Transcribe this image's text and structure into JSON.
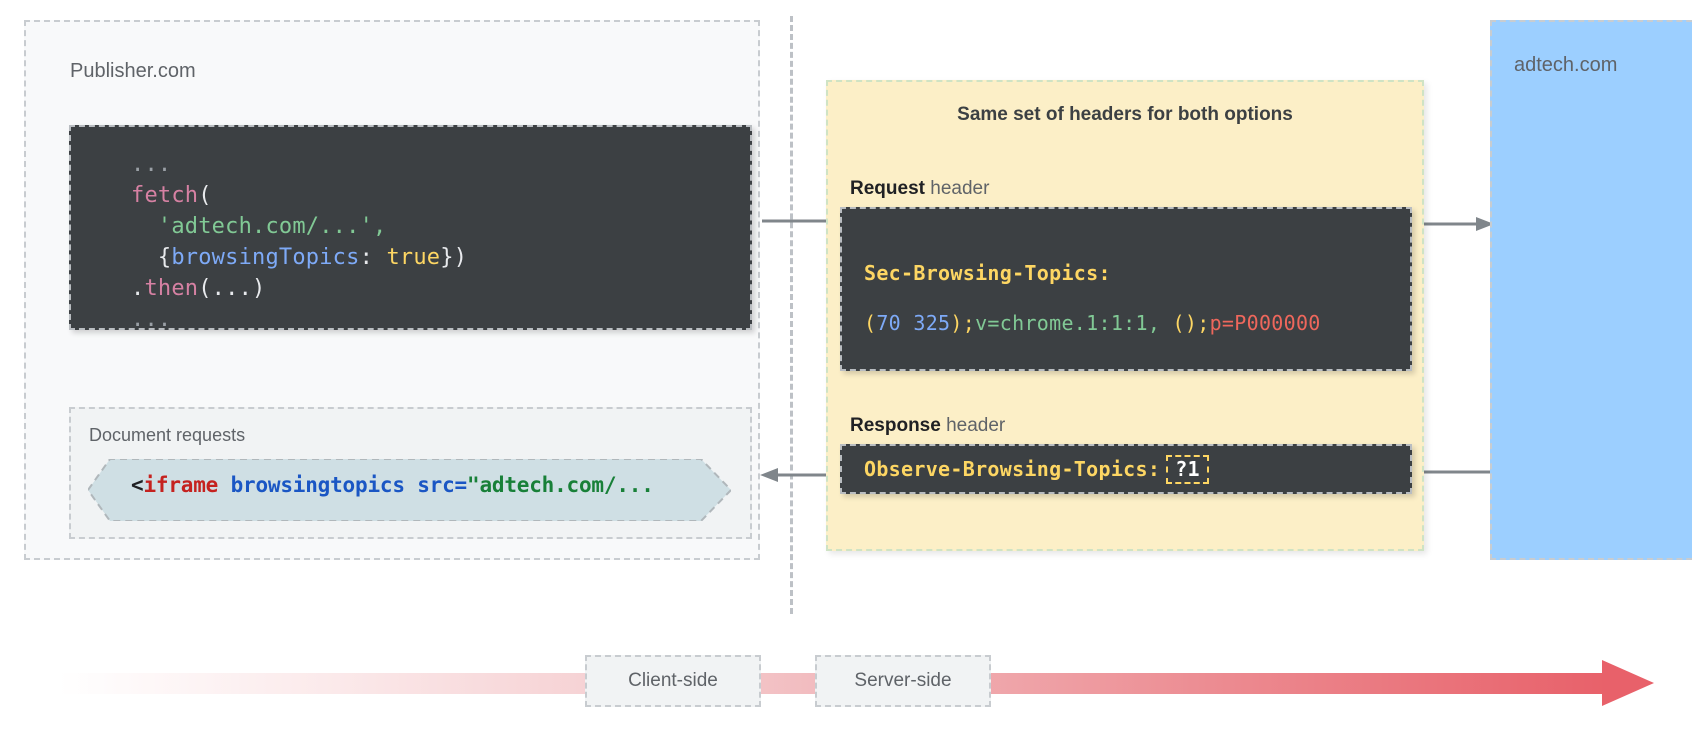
{
  "publisher": {
    "label": "Publisher.com",
    "fetch_code": {
      "lines": [
        {
          "segments": [
            {
              "text": "...",
              "tok": "tok-dots"
            }
          ]
        },
        {
          "segments": [
            {
              "text": "fetch",
              "tok": "tok-fn"
            },
            {
              "text": "(",
              "tok": "tok-punct"
            }
          ]
        },
        {
          "segments": [
            {
              "text": "  '",
              "tok": "tok-str"
            },
            {
              "text": "adtech.com/...",
              "tok": "tok-str"
            },
            {
              "text": "',",
              "tok": "tok-str"
            }
          ]
        },
        {
          "segments": [
            {
              "text": "  {",
              "tok": "tok-punct"
            },
            {
              "text": "browsingTopics",
              "tok": "tok-prop"
            },
            {
              "text": ": ",
              "tok": "tok-punct"
            },
            {
              "text": "true",
              "tok": "tok-bool"
            },
            {
              "text": "})",
              "tok": "tok-punct"
            }
          ]
        },
        {
          "segments": [
            {
              "text": ".",
              "tok": "tok-punct"
            },
            {
              "text": "then",
              "tok": "tok-fn"
            },
            {
              "text": "(...)",
              "tok": "tok-punct"
            }
          ]
        },
        {
          "segments": [
            {
              "text": "...",
              "tok": "tok-dots"
            }
          ]
        }
      ]
    },
    "document_requests": {
      "label": "Document requests",
      "iframe_code": {
        "angle": "<",
        "tag": "iframe",
        "attr": " browsingtopics src=",
        "value": "\"adtech.com/..."
      }
    }
  },
  "headers_panel": {
    "title": "Same set of headers for both options",
    "request_caption_bold": "Request",
    "request_caption_rest": " header",
    "response_caption_bold": "Response",
    "response_caption_rest": " header",
    "request_header": {
      "name": "Sec-Browsing-Topics:",
      "value_segments": [
        {
          "text": "(",
          "tok": "tok-num"
        },
        {
          "text": "70 325",
          "tok": "tok-num2"
        },
        {
          "text": ")",
          "tok": "tok-num"
        },
        {
          "text": ";",
          "tok": "tok-semi"
        },
        {
          "text": "v=chrome.1:1:1, ",
          "tok": "tok-green"
        },
        {
          "text": "()",
          "tok": "tok-num"
        },
        {
          "text": ";",
          "tok": "tok-semi"
        },
        {
          "text": "p=P000000",
          "tok": "tok-red"
        }
      ]
    },
    "response_header": {
      "name": "Observe-Browsing-Topics:",
      "highlight_value": "?1"
    }
  },
  "adtech": {
    "label": "adtech.com"
  },
  "timeline": {
    "client_side": "Client-side",
    "server_side": "Server-side"
  },
  "colors": {
    "panel_background": "#f8f9fa",
    "code_background": "#3c4043",
    "headers_panel": "#fcefc7",
    "adtech_box": "#9ccfff",
    "iframe_chevron": "#cfdfe4",
    "timeline_accent": "#e8616a",
    "dashed_border": "#c8ccd0"
  }
}
